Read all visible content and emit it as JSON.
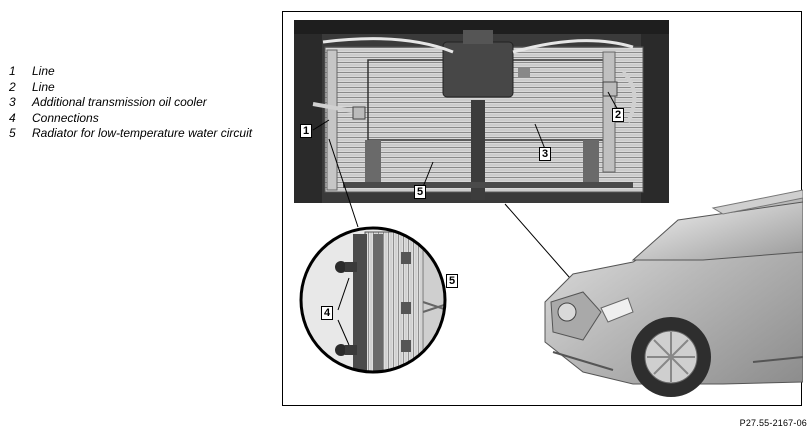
{
  "legend": {
    "items": [
      {
        "number": "1",
        "text": "Line"
      },
      {
        "number": "2",
        "text": "Line"
      },
      {
        "number": "3",
        "text": "Additional transmission oil cooler"
      },
      {
        "number": "4",
        "text": "Connections"
      },
      {
        "number": "5",
        "text": "Radiator for low-temperature water circuit"
      }
    ]
  },
  "figure": {
    "callouts": {
      "top_1": "1",
      "top_2": "2",
      "top_3": "3",
      "top_5": "5",
      "detail_4": "4",
      "detail_5": "5"
    },
    "reference": "P27.55-2167-06"
  }
}
